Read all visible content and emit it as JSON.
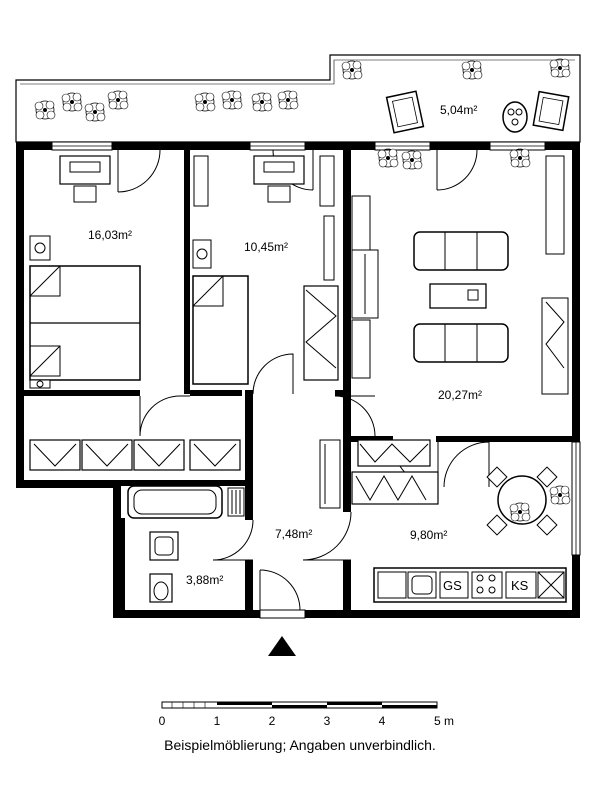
{
  "rooms": {
    "balcony": "5,04m²",
    "bedroom": "16,03m²",
    "room2": "10,45m²",
    "living": "20,27m²",
    "hall": "7,48m²",
    "bath": "3,88m²",
    "kitchen": "9,80m²"
  },
  "kitchen_appliances": {
    "stove": "GS",
    "fridge": "KS"
  },
  "scale": {
    "ticks": [
      "0",
      "1",
      "2",
      "3",
      "4",
      "5 m"
    ]
  },
  "caption": "Beispielmöblierung; Angaben unverbindlich."
}
